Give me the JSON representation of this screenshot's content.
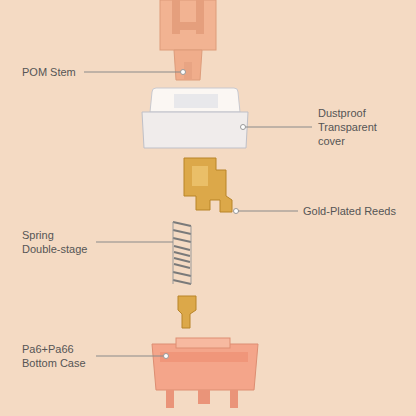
{
  "diagram": {
    "labels": [
      "POM Stem",
      "Dustproof Transparent cover",
      "Gold-Plated Reeds",
      "Spring Double-stage",
      "Pa6+Pa66 Bottom Case"
    ]
  }
}
